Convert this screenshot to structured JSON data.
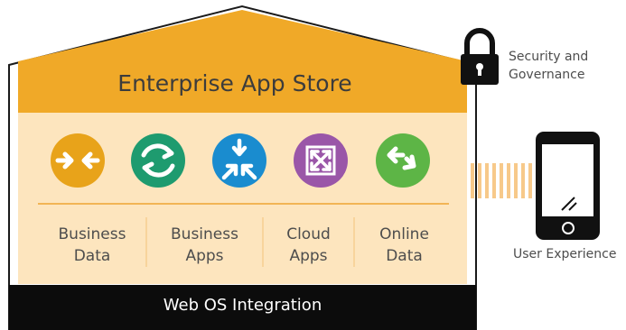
{
  "house": {
    "title": "Enterprise App Store",
    "footer": "Web OS Integration"
  },
  "security": {
    "line1": "Security and",
    "line2": "Governance"
  },
  "user_experience": "User Experience",
  "categories": [
    {
      "line1": "Business",
      "line2": "Data"
    },
    {
      "line1": "Business",
      "line2": "Apps"
    },
    {
      "line1": "Cloud",
      "line2": "Apps"
    },
    {
      "line1": "Online",
      "line2": "Data"
    }
  ],
  "icons": [
    {
      "name": "arrows-inward-icon",
      "color": "#e8a31a"
    },
    {
      "name": "sync-icon",
      "color": "#1e9b6f"
    },
    {
      "name": "converge-icon",
      "color": "#1a8ccf"
    },
    {
      "name": "expand-icon",
      "color": "#9a56a8"
    },
    {
      "name": "swap-icon",
      "color": "#5db546"
    }
  ],
  "colors": {
    "roof": "#f0a928",
    "body": "#fde5be",
    "footer": "#0c0c0c",
    "divider": "#f2b455"
  }
}
